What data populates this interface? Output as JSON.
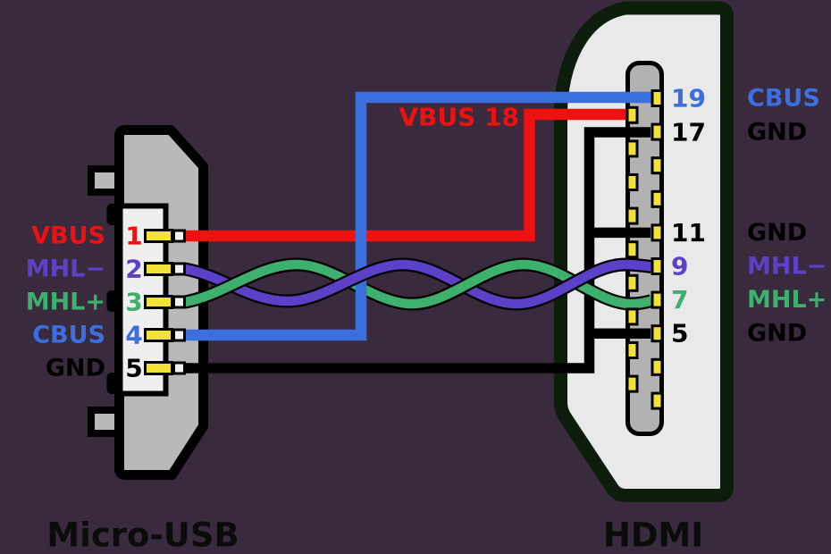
{
  "diagram_type": "wiring-pinout",
  "titles": {
    "left": "Micro-USB",
    "right": "HDMI"
  },
  "colors": {
    "background": "#392a3d",
    "vbus": "#ee1111",
    "cbus": "#3b6fdd",
    "mhl_minus": "#5c40c8",
    "mhl_plus": "#3eb06d",
    "gnd": "#000000",
    "pin_yellow": "#f2e136",
    "pin_tip_white": "#f2f2f2",
    "usb_body_gray": "#b9b9b9",
    "usb_slot_white": "#efefef",
    "hdmi_body_gray": "#e9e9e9",
    "hdmi_border_green": "#0c1d0c",
    "hdmi_strip_gray": "#b2b2b2"
  },
  "micro_usb": {
    "pins": [
      {
        "number": "1",
        "signal": "VBUS",
        "color": "#ee1111"
      },
      {
        "number": "2",
        "signal": "MHL−",
        "color": "#5c40c8"
      },
      {
        "number": "3",
        "signal": "MHL+",
        "color": "#3eb06d"
      },
      {
        "number": "4",
        "signal": "CBUS",
        "color": "#3b6fdd"
      },
      {
        "number": "5",
        "signal": "GND",
        "color": "#000000"
      }
    ]
  },
  "hdmi": {
    "total_pins": 19,
    "labeled_pins": [
      {
        "number": "19",
        "signal": "CBUS",
        "color": "#3b6fdd"
      },
      {
        "number": "17",
        "signal": "GND",
        "color": "#000000"
      },
      {
        "number": "11",
        "signal": "GND",
        "color": "#000000"
      },
      {
        "number": "9",
        "signal": "MHL−",
        "color": "#5c40c8"
      },
      {
        "number": "7",
        "signal": "MHL+",
        "color": "#3eb06d"
      },
      {
        "number": "5",
        "signal": "GND",
        "color": "#000000"
      }
    ]
  },
  "wires": {
    "vbus_route_label": "VBUS 18"
  }
}
